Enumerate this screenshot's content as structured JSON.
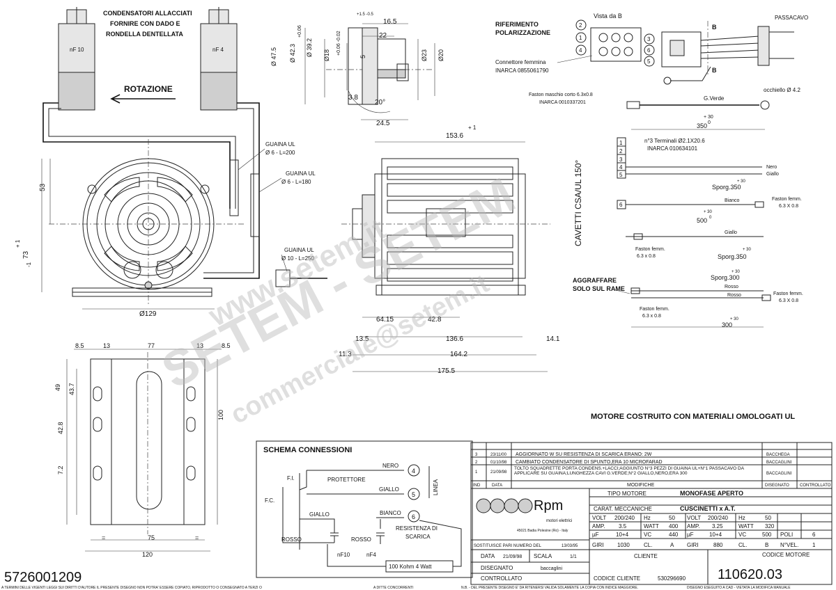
{
  "capacitors": {
    "note_line1": "CONDENSATORI ALLACCIATI",
    "note_line2": "FORNIRE CON DADO E",
    "note_line3": "RONDELLA DENTELLATA",
    "left_label": "nF 10",
    "right_label": "nF 4",
    "rotation_label": "ROTAZIONE"
  },
  "sheaths": {
    "s1_title": "GUAINA UL",
    "s1_spec": "Ø 6 - L=200",
    "s2_title": "GUAINA UL",
    "s2_spec": "Ø 6 - L=180",
    "s3_title": "GUAINA UL",
    "s3_spec": "Ø 10 - L=250"
  },
  "front_view_dims": {
    "d53": "53",
    "d73": "73",
    "d73_tol": "+ 1",
    "d73_tol2": "-1",
    "d129": "Ø129"
  },
  "shaft_detail": {
    "d16_5": "16.5",
    "d16_5_tol": "+1.5 -0.5",
    "d22": "22",
    "d47_5": "Ø 47.5",
    "d42_3": "Ø 42.3",
    "d42_3_tol": "+0.06",
    "d39_2": "Ø 39.2",
    "d18": "Ø18",
    "d18_tol": "+0.06 -0.02",
    "d5": "5",
    "d23": "Ø23",
    "d20": "Ø20",
    "d3_8": "3.8",
    "d20deg": "20°",
    "d24_5": "24.5"
  },
  "side_view_dims": {
    "d153_6": "153.6",
    "tol_plus1": "+ 1",
    "d64_15": "64.15",
    "d42_8": "42.8",
    "d13_5": "13.5",
    "d136_6": "136.6",
    "d14_1": "14.1",
    "d11_3": "11.3",
    "d164_2": "164.2",
    "d175_5": "175.5"
  },
  "base_view_dims": {
    "d8_5a": "8.5",
    "d13a": "13",
    "d77": "77",
    "d13b": "13",
    "d8_5b": "8.5",
    "d49": "49",
    "d43_7": "43.7",
    "d42_8": "42.8",
    "d100": "100",
    "d7_2": "7.2",
    "d75": "75",
    "d120": "120",
    "eq": "="
  },
  "connector": {
    "vista": "Vista da B",
    "rif1": "RIFERIMENTO",
    "rif2": "POLARIZZAZIONE",
    "conn1": "Connettore femmina",
    "conn2": "INARCA 0855061790",
    "pins": [
      "2",
      "1",
      "3",
      "4",
      "6",
      "5"
    ],
    "b_label": "B",
    "passacavo": "PASSACAVO",
    "faston1": "Faston maschio corto 6.3x0.8",
    "faston2": "INARCA 0010337201",
    "occhiello": "occhiello Ø 4.2",
    "gverde": "G.Verde",
    "len350": "350",
    "len350_tol": "+ 30",
    "len350_sup": "0"
  },
  "terminals": {
    "t1": "n°3 Terminali Ø2.1X20.6",
    "t2": "INARCA 010634101",
    "rows": [
      "1",
      "2",
      "3",
      "4",
      "5"
    ],
    "nero": "Nero",
    "giallo": "Giallo",
    "sporg350a": "Sporg.350",
    "tol30": "+ 30",
    "box6": "6",
    "bianco": "Bianco",
    "faston_femm": "Faston femm.",
    "faston_size": "6.3 X 0.8",
    "len500": "500",
    "sup0": "0",
    "giallo2": "Giallo",
    "faston_femm2": "Faston femm.",
    "faston_size2": "6.3 x 0.8",
    "sporg350b": "Sporg.350",
    "sporg300": "Sporg.300",
    "rosso1": "Rosso",
    "rosso2": "Rosso",
    "faston_femm3": "Faston femm.",
    "faston_size3": "6.3 X 0.8",
    "faston_femm4": "Faston femm.",
    "faston_size4": "6.3 x 0.8",
    "len300": "300",
    "cavetti": "CAVETTI CSA/UL 150°",
    "aggraffare1": "AGGRAFFARE",
    "aggraffare2": "SOLO SUL RAME"
  },
  "ul_note": "MOTORE COSTRUITO CON MATERIALI OMOLOGATI UL",
  "schema": {
    "title": "SCHEMA CONNESSIONI",
    "nero": "NERO",
    "protettore": "PROTETTORE",
    "giallo": "GIALLO",
    "giallo2": "GIALLO",
    "bianco": "BIANCO",
    "linea": "LINEA",
    "fi": "F.I.",
    "fc": "F.C.",
    "rosso1": "ROSSO",
    "rosso2": "ROSSO",
    "nf10": "nF10",
    "nf4": "nF4",
    "resist1": "RESISTENZA DI",
    "resist2": "SCARICA",
    "resistor": "100 Kohm 4 Watt",
    "n4": "4",
    "n5": "5",
    "n6": "6"
  },
  "revisions": [
    {
      "n": "3",
      "date": "23/11/00",
      "desc": "AGGIORNATO W SU RESISTENZA DI SCARICA ERANO: 2W",
      "by": "BACCHEGA"
    },
    {
      "n": "2",
      "date": "01/10/98",
      "desc": "CAMBIATO CONDENSATORE DI SPUNTO,ERA 10 MICROFARAD",
      "by": "BACCAGLINI"
    },
    {
      "n": "1",
      "date": "21/09/98",
      "desc": "TOLTO SQUADRETTE PORTA CONDENS.+LACCI;AGGIUNTO N°3 PEZZI DI GUAINA UL+N°1 PASSACAVO DA APPLICARE SU GUAINA;LUNGHEZZA CAVI G.VERDE;N°2 GIALLO,NERO,ERA 300",
      "by": "BACCAGLINI"
    }
  ],
  "rev_header": {
    "ind": "IND",
    "data": "DATA",
    "modifiche": "MODIFICHE",
    "disegnato": "DISEGNATO",
    "controllato": "CONTROLLATO"
  },
  "title_block": {
    "logo": "Rpm",
    "logo_sub": "motori elettrici",
    "address": "45021 Badia Polesine (Ro) - Italy",
    "tipo_motore_lbl": "TIPO MOTORE",
    "tipo_motore": "MONOFASE APERTO",
    "carat_lbl": "CARAT. MECCANICHE",
    "carat": "CUSCINETTI x A.T.",
    "spec_row1": [
      "VOLT",
      "200/240",
      "Hz",
      "50",
      "VOLT",
      "200/240",
      "Hz",
      "50"
    ],
    "spec_row2": [
      "AMP.",
      "3.5",
      "WATT",
      "400",
      "AMP.",
      "3.25",
      "WATT",
      "320"
    ],
    "spec_row3": [
      "µF",
      "10+4",
      "VC",
      "440",
      "µF",
      "10+4",
      "VC",
      "500",
      "POLI",
      "6"
    ],
    "spec_row4": [
      "GIRI",
      "1030",
      "CL.",
      "A",
      "GIRI",
      "880",
      "CL.",
      "B",
      "N°VEL.",
      "1"
    ],
    "sostituisce": "SOSTITUISCE PARI NUMERO DEL",
    "sost_date": "13/03/95",
    "data_lbl": "DATA",
    "data": "21/09/98",
    "scala_lbl": "SCALA",
    "scala": "1/1",
    "disegnato_lbl": "DISEGNATO",
    "disegnato": "baccaglini",
    "controllato_lbl": "CONTROLLATO",
    "cliente_lbl": "CLIENTE",
    "codice_cliente_lbl": "CODICE CLIENTE",
    "codice_cliente": "530296690",
    "codice_motore_lbl": "CODICE MOTORE",
    "codice_motore": "110620.03"
  },
  "part_number": "5726001209",
  "footer": {
    "f1": "A TERMINI DELLE VIGENTI LEGGI SUI DIRITTI D'AUTORE IL PRESENTE DISEGNO NON POTRA' ESSERE COPIATO, RIPRODOTTO O CONSEGNATO A TERZI O",
    "f2": "A DITTE CONCORRENTI",
    "f3": "N.B. - DEL PRESENTE DISEGNO E' DA RITENERSI VALIDA SOLAMENTE LA COPIA CON INDICE MAGGIORE.",
    "f4": "DISEGNO ESEGUITO A CAD - VIETATA LA MODIFICA MANUALE"
  },
  "watermark": {
    "w1": "www.setem.it",
    "w2": "SETEM - SETEM",
    "w3": "commerciale@setem.it"
  }
}
